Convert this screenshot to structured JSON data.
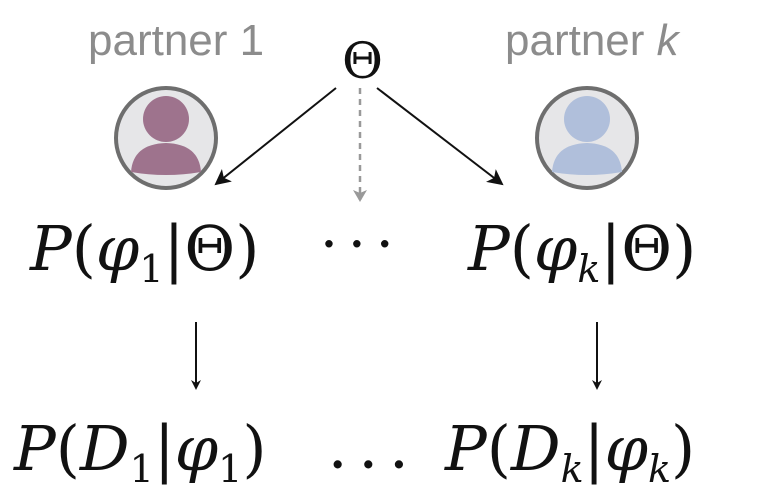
{
  "partners": [
    {
      "label": "partner 1",
      "color": "#9e738d"
    },
    {
      "label": "partner k",
      "color": "#b0bfdb"
    }
  ],
  "root": "Θ",
  "middle_row": {
    "left": {
      "fn": "P",
      "open": "(",
      "var": "φ",
      "sub": "1",
      "bar": "|",
      "given": "Θ",
      "close": ")"
    },
    "dots": "· · ·",
    "right": {
      "fn": "P",
      "open": "(",
      "var": "φ",
      "sub": "k",
      "bar": "|",
      "given": "Θ",
      "close": ")"
    }
  },
  "bottom_row": {
    "left": {
      "fn": "P",
      "open": "(",
      "var": "D",
      "sub": "1",
      "bar": "|",
      "given": "φ",
      "gsub": "1",
      "close": ")"
    },
    "dots": ". . .",
    "right": {
      "fn": "P",
      "open": "(",
      "var": "D",
      "sub": "k",
      "bar": "|",
      "given": "φ",
      "gsub": "k",
      "close": ")"
    }
  }
}
